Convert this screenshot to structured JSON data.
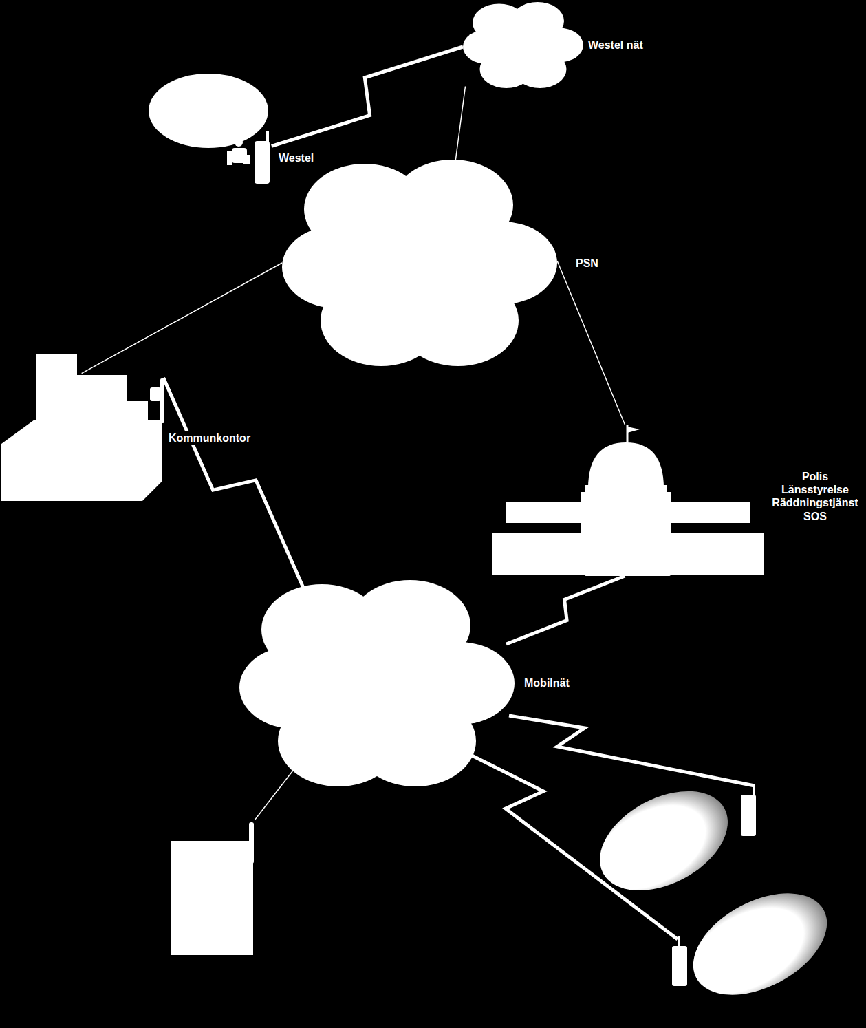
{
  "diagram": {
    "nodes": [
      {
        "text": [
          "Westel nät"
        ]
      },
      {
        "text": [
          "Westel"
        ]
      },
      {
        "text": [
          "PSN"
        ]
      },
      {
        "text": [
          "Kommunkontor"
        ]
      },
      {
        "text": [
          "Polis Länsstyrelse Räddningstjänst SOS"
        ]
      },
      {
        "text": [
          "Mobilnät"
        ]
      }
    ],
    "edges": [
      {
        "from": 1,
        "to": 0,
        "arrow": "none"
      },
      {
        "from": 0,
        "to": 2,
        "arrow": "none"
      },
      {
        "from": 2,
        "to": 3,
        "arrow": "none"
      },
      {
        "from": 2,
        "to": 4,
        "arrow": "none"
      },
      {
        "from": 3,
        "to": 5,
        "arrow": "none"
      },
      {
        "from": 4,
        "to": 5,
        "arrow": "none"
      }
    ]
  }
}
